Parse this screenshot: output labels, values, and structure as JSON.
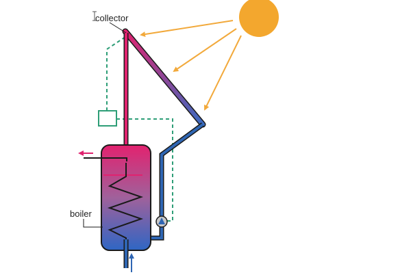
{
  "labels": {
    "collector": "collector",
    "boiler": "boiler"
  },
  "colors": {
    "sun": "#F3A72E",
    "sun_rays": "#F2A93B",
    "hot": "#E0226F",
    "cold": "#2F66B3",
    "control_line": "#2E9E77",
    "outline": "#1A1A1A"
  },
  "icons": {
    "sun": "sun-icon",
    "pump": "pump-icon",
    "controller": "controller-box",
    "text_cursor": "text-cursor-icon"
  }
}
